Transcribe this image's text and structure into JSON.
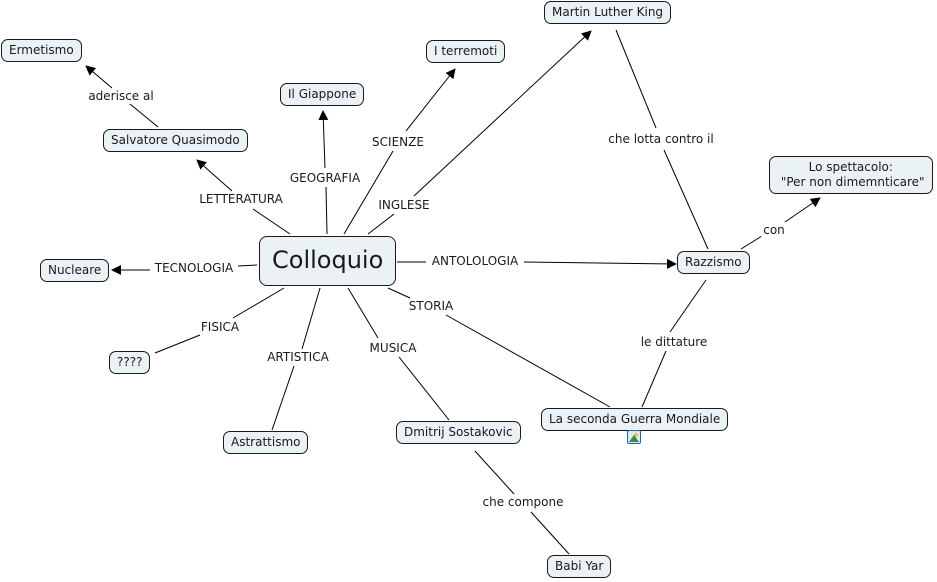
{
  "map": {
    "nodes": {
      "colloquio": "Colloquio",
      "ermetismo": "Ermetismo",
      "quasimodo": "Salvatore Quasimodo",
      "giappone": "Il Giappone",
      "terremoti": "I terremoti",
      "mlk": "Martin Luther King",
      "spettacolo": "Lo spettacolo:\n \"Per non dimemnticare\"",
      "nucleare": "Nucleare",
      "razzismo": "Razzismo",
      "unknown": "????",
      "astrattismo": "Astrattismo",
      "sostakovic": "Dmitrij Sostakovic",
      "guerra": "La seconda Guerra Mondiale",
      "babiyar": "Babi Yar"
    },
    "links": {
      "aderisce": "aderisce al",
      "letteratura": "LETTERATURA",
      "geografia": "GEOGRAFIA",
      "scienze": "SCIENZE",
      "inglese": "INGLESE",
      "lotta": "che lotta contro il",
      "con": "con",
      "tecnologia": "TECNOLOGIA",
      "antologia": "ANTOLOLOGIA",
      "storia": "STORIA",
      "fisica": "FISICA",
      "artistica": "ARTISTICA",
      "musica": "MUSICA",
      "dittature": "le dittature",
      "compone": "che compone"
    },
    "node_resource_icon": "image-resource-icon"
  }
}
